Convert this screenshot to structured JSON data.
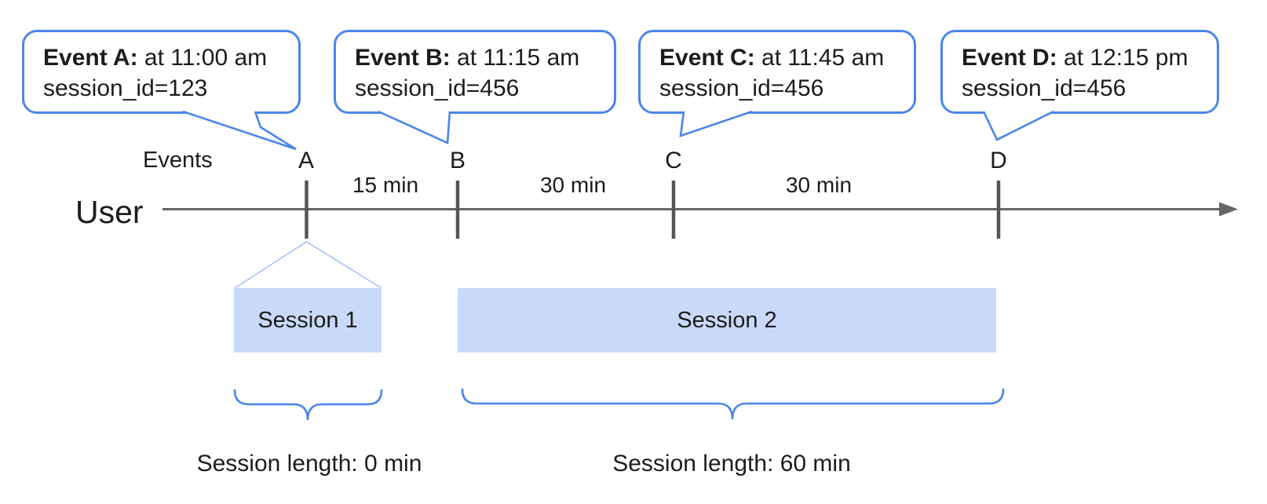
{
  "diagram": {
    "events_axis_label": "Events",
    "user_label": "User",
    "events": [
      {
        "letter": "A",
        "callout": {
          "title": "Event A:",
          "time": "at 11:00 am",
          "detail": "session_id=123"
        }
      },
      {
        "letter": "B",
        "callout": {
          "title": "Event B:",
          "time": "at 11:15 am",
          "detail": "session_id=456"
        }
      },
      {
        "letter": "C",
        "callout": {
          "title": "Event C:",
          "time": "at 11:45 am",
          "detail": "session_id=456"
        }
      },
      {
        "letter": "D",
        "callout": {
          "title": "Event D:",
          "time": "at 12:15 pm",
          "detail": "session_id=456"
        }
      }
    ],
    "intervals": [
      {
        "label": "15 min"
      },
      {
        "label": "30 min"
      },
      {
        "label": "30 min"
      }
    ],
    "sessions": [
      {
        "label": "Session 1",
        "length_label": "Session length: 0 min"
      },
      {
        "label": "Session 2",
        "length_label": "Session length: 60 min"
      }
    ],
    "colors": {
      "accent_blue": "#4a86e8",
      "session_fill": "#c9daf8",
      "funnel_line": "#a4c2f4",
      "axis_gray": "#666666",
      "tick_gray": "#555555",
      "text_black": "#1c1c1c"
    }
  }
}
